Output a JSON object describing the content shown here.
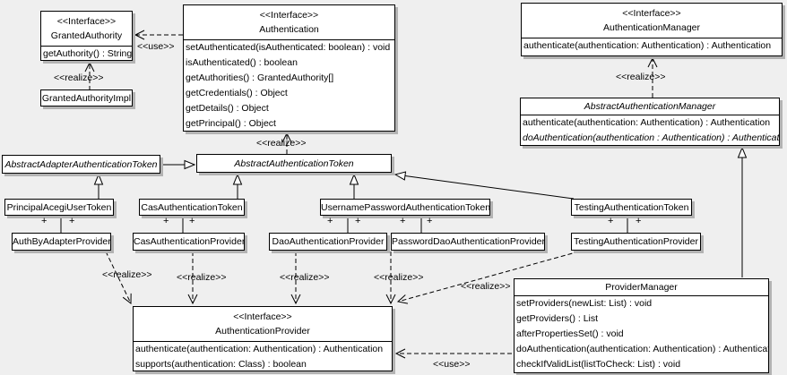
{
  "diagram": {
    "type": "uml-class-diagram",
    "subject": "Acegi/Spring Security authentication classes"
  },
  "colors": {
    "background": "#efefef",
    "box_fill": "#ffffff",
    "line": "#000000",
    "shadow": "#b3b3b3"
  },
  "labels": {
    "realize": "<<realize>>",
    "use": "<<use>>",
    "plus": "+"
  },
  "classes": {
    "granted_authority": {
      "stereotype": "<<Interface>>",
      "name": "GrantedAuthority",
      "methods": [
        "getAuthority() : String"
      ]
    },
    "granted_authority_impl": {
      "name": "GrantedAuthorityImpl"
    },
    "authentication": {
      "stereotype": "<<Interface>>",
      "name": "Authentication",
      "methods": [
        "setAuthenticated(isAuthenticated: boolean) : void",
        "isAuthenticated() : boolean",
        "getAuthorities() : GrantedAuthority[]",
        "getCredentials() : Object",
        "getDetails() : Object",
        "getPrincipal() : Object"
      ]
    },
    "authentication_manager": {
      "stereotype": "<<Interface>>",
      "name": "AuthenticationManager",
      "methods": [
        "authenticate(authentication: Authentication) : Authentication"
      ]
    },
    "abstract_authentication_manager": {
      "name": "AbstractAuthenticationManager",
      "methods": [
        "authenticate(authentication: Authentication) : Authentication",
        "doAuthentication(authentication : Authentication) : Authentication"
      ]
    },
    "abstract_adapter_authentication_token": {
      "name": "AbstractAdapterAuthenticationToken"
    },
    "abstract_authentication_token": {
      "name": "AbstractAuthenticationToken"
    },
    "principal_acegi_user_token": {
      "name": "PrincipalAcegiUserToken"
    },
    "cas_authentication_token": {
      "name": "CasAuthenticationToken"
    },
    "username_password_authentication_token": {
      "name": "UsernamePasswordAuthenticationToken"
    },
    "testing_authentication_token": {
      "name": "TestingAuthenticationToken"
    },
    "auth_by_adapter_provider": {
      "name": "AuthByAdapterProvider"
    },
    "cas_authentication_provider": {
      "name": "CasAuthenticationProvider"
    },
    "dao_authentication_provider": {
      "name": "DaoAuthenticationProvider"
    },
    "password_dao_authentication_provider": {
      "name": "PasswordDaoAuthenticationProvider"
    },
    "testing_authentication_provider": {
      "name": "TestingAuthenticationProvider"
    },
    "authentication_provider": {
      "stereotype": "<<Interface>>",
      "name": "AuthenticationProvider",
      "methods": [
        "authenticate(authentication: Authentication) : Authentication",
        "supports(authentication: Class) : boolean"
      ]
    },
    "provider_manager": {
      "name": "ProviderManager",
      "methods": [
        "setProviders(newList: List) : void",
        "getProviders() : List",
        "afterPropertiesSet() : void",
        "doAuthentication(authentication: Authentication) : Authentication",
        "checkIfValidList(listToCheck: List) : void"
      ]
    }
  },
  "relationships": [
    {
      "from": "Authentication",
      "to": "GrantedAuthority",
      "type": "use"
    },
    {
      "from": "GrantedAuthorityImpl",
      "to": "GrantedAuthority",
      "type": "realize"
    },
    {
      "from": "AbstractAuthenticationToken",
      "to": "Authentication",
      "type": "realize"
    },
    {
      "from": "AbstractAuthenticationManager",
      "to": "AuthenticationManager",
      "type": "realize"
    },
    {
      "from": "AbstractAdapterAuthenticationToken",
      "to": "AbstractAuthenticationToken",
      "type": "generalization"
    },
    {
      "from": "PrincipalAcegiUserToken",
      "to": "AbstractAdapterAuthenticationToken",
      "type": "generalization"
    },
    {
      "from": "CasAuthenticationToken",
      "to": "AbstractAuthenticationToken",
      "type": "generalization"
    },
    {
      "from": "UsernamePasswordAuthenticationToken",
      "to": "AbstractAuthenticationToken",
      "type": "generalization"
    },
    {
      "from": "TestingAuthenticationToken",
      "to": "AbstractAuthenticationToken",
      "type": "generalization"
    },
    {
      "from": "ProviderManager",
      "to": "AbstractAuthenticationManager",
      "type": "generalization"
    },
    {
      "from": "PrincipalAcegiUserToken",
      "to": "AuthByAdapterProvider",
      "type": "association",
      "end_labels": [
        "+",
        "+"
      ]
    },
    {
      "from": "CasAuthenticationToken",
      "to": "CasAuthenticationProvider",
      "type": "association",
      "end_labels": [
        "+",
        "+"
      ]
    },
    {
      "from": "UsernamePasswordAuthenticationToken",
      "to": "DaoAuthenticationProvider",
      "type": "association",
      "end_labels": [
        "+",
        "+"
      ]
    },
    {
      "from": "UsernamePasswordAuthenticationToken",
      "to": "PasswordDaoAuthenticationProvider",
      "type": "association",
      "end_labels": [
        "+",
        "+"
      ]
    },
    {
      "from": "TestingAuthenticationToken",
      "to": "TestingAuthenticationProvider",
      "type": "association",
      "end_labels": [
        "+",
        "+"
      ]
    },
    {
      "from": "AuthByAdapterProvider",
      "to": "AuthenticationProvider",
      "type": "realize"
    },
    {
      "from": "CasAuthenticationProvider",
      "to": "AuthenticationProvider",
      "type": "realize"
    },
    {
      "from": "DaoAuthenticationProvider",
      "to": "AuthenticationProvider",
      "type": "realize"
    },
    {
      "from": "PasswordDaoAuthenticationProvider",
      "to": "AuthenticationProvider",
      "type": "realize"
    },
    {
      "from": "TestingAuthenticationProvider",
      "to": "AuthenticationProvider",
      "type": "realize"
    },
    {
      "from": "ProviderManager",
      "to": "AuthenticationProvider",
      "type": "use"
    }
  ]
}
